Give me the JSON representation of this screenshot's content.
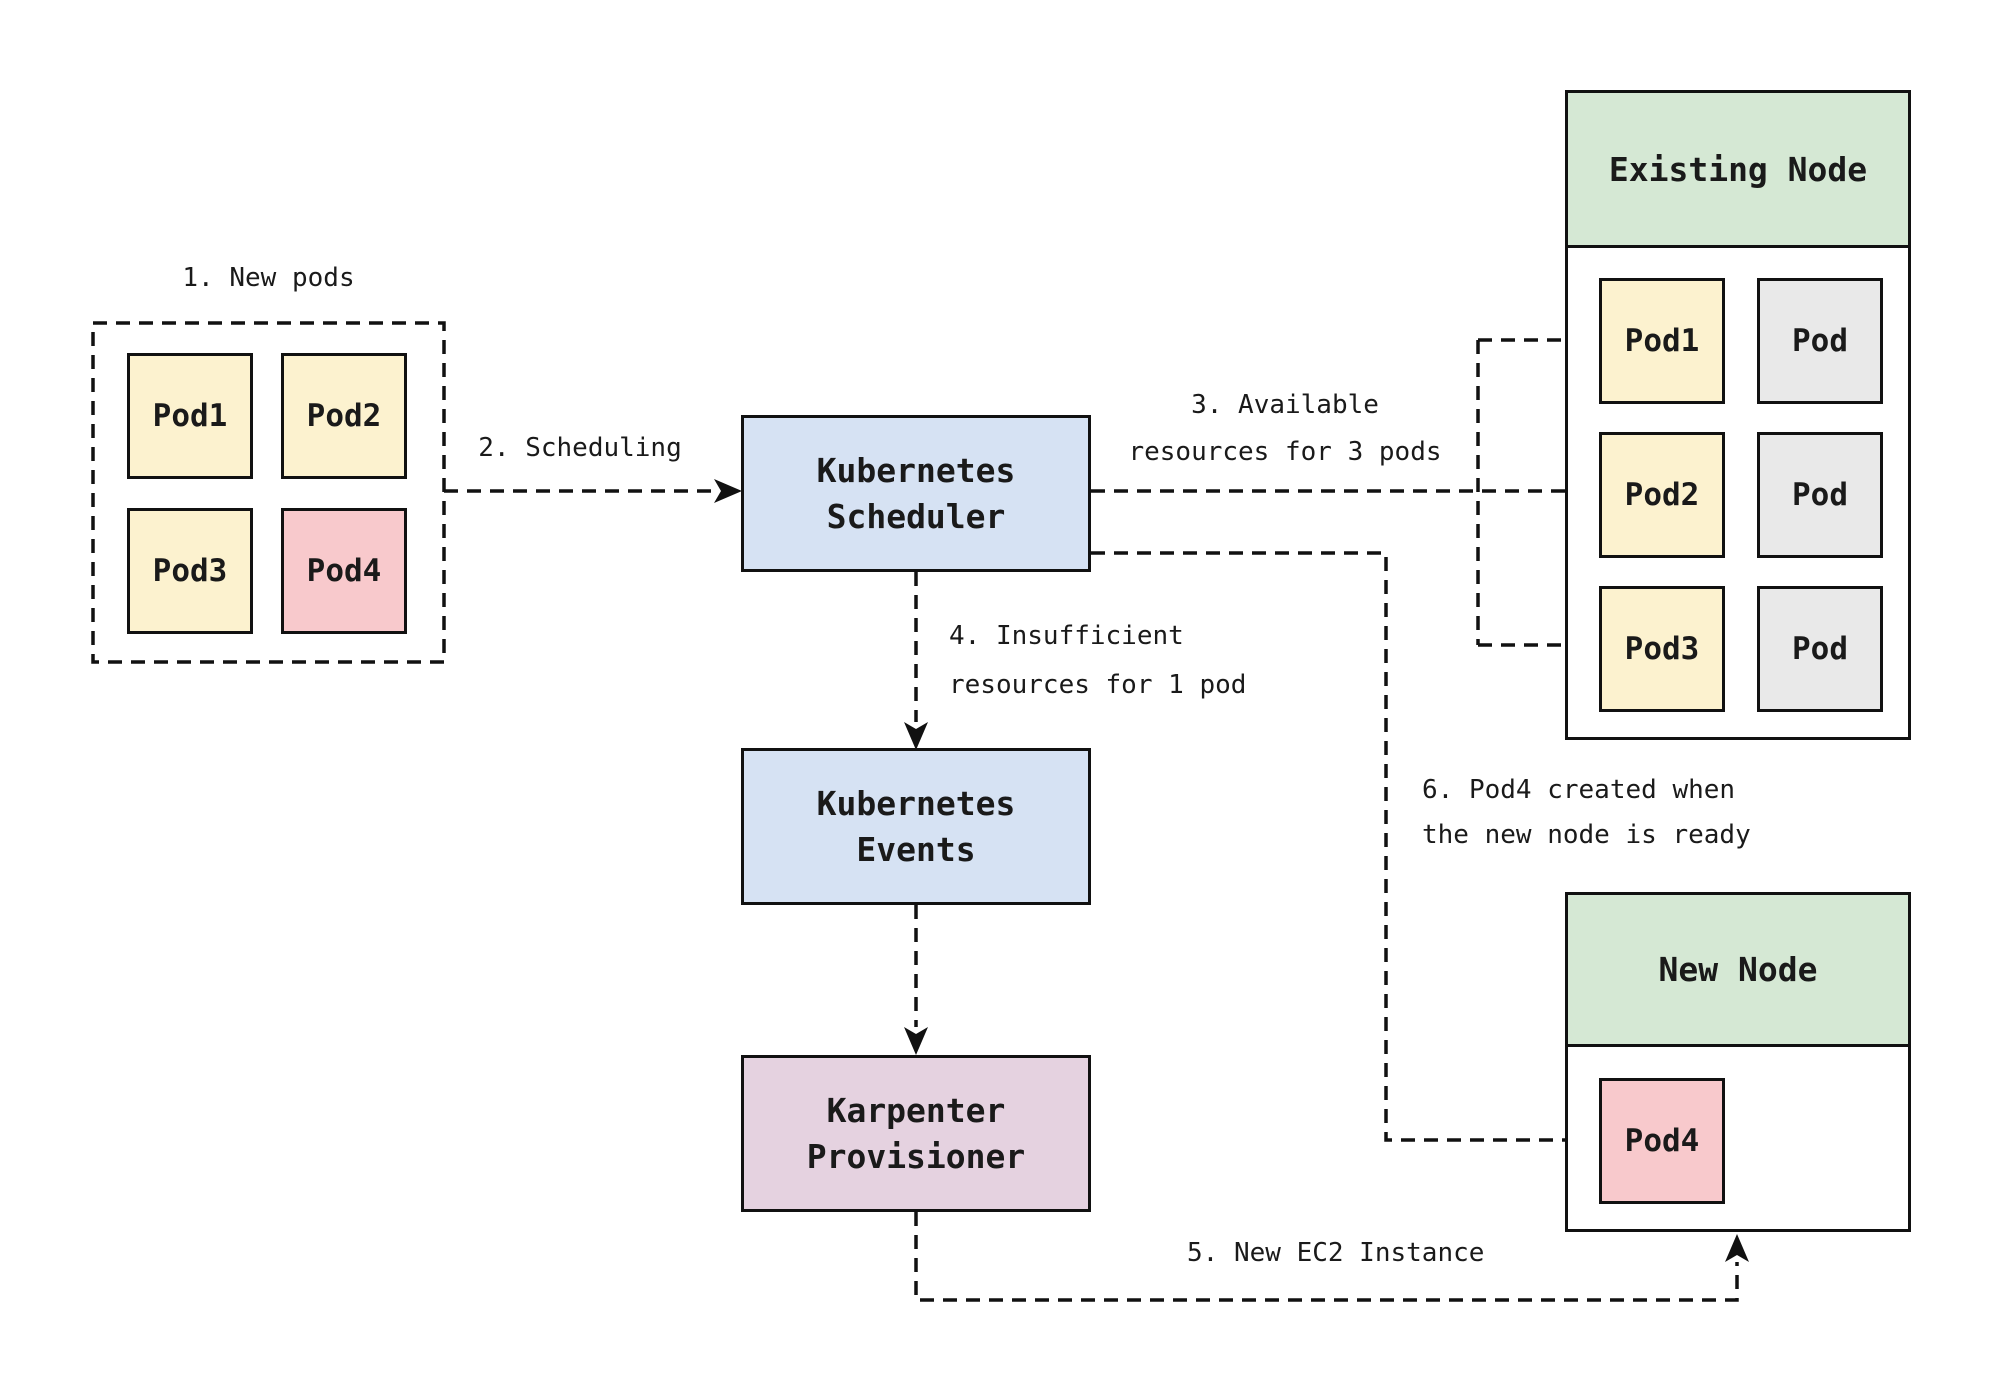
{
  "colors": {
    "pod_yellow": "#fcf2cf",
    "pod_pink": "#f8c9cc",
    "pod_gray": "#e9e9e9",
    "box_blue": "#d6e2f3",
    "box_purple": "#e5d2e0",
    "node_header_green": "#d5e8d4",
    "line_and_text": "#111111"
  },
  "new_pods_group": {
    "label": "1. New pods",
    "pods": [
      {
        "label": "Pod1"
      },
      {
        "label": "Pod2"
      },
      {
        "label": "Pod3"
      },
      {
        "label": "Pod4"
      }
    ]
  },
  "annotations": {
    "scheduling": "2. Scheduling",
    "available": "3. Available\nresources for 3 pods",
    "insufficient": "4. Insufficient\nresources for 1 pod",
    "new_ec2": "5. New EC2 Instance",
    "pod4_created": "6. Pod4 created when\nthe new node is ready"
  },
  "scheduler": {
    "title": "Kubernetes\nScheduler"
  },
  "events": {
    "title": "Kubernetes\nEvents"
  },
  "karpenter": {
    "title": "Karpenter\nProvisioner"
  },
  "existing_node": {
    "title": "Existing Node",
    "rows": [
      {
        "left": "Pod1",
        "right": "Pod"
      },
      {
        "left": "Pod2",
        "right": "Pod"
      },
      {
        "left": "Pod3",
        "right": "Pod"
      }
    ]
  },
  "new_node": {
    "title": "New Node",
    "pod": "Pod4"
  }
}
